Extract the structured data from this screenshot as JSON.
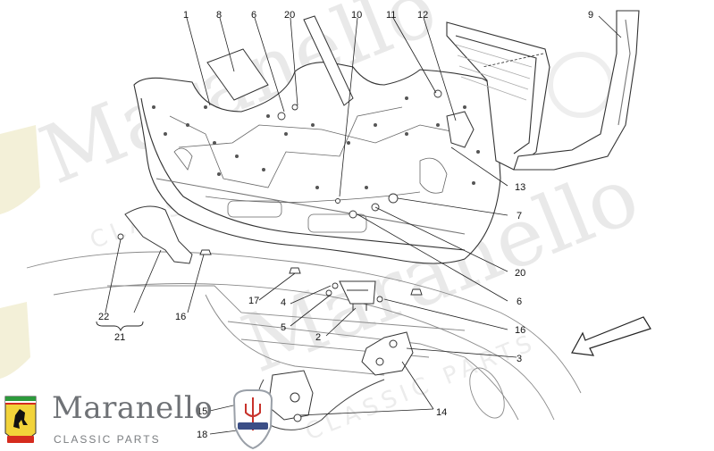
{
  "callouts": {
    "c1": "1",
    "c8": "8",
    "c6a": "6",
    "c20a": "20",
    "c10": "10",
    "c11": "11",
    "c12": "12",
    "c9": "9",
    "c13": "13",
    "c7": "7",
    "c20b": "20",
    "c6b": "6",
    "c16a": "16",
    "c3": "3",
    "c14": "14",
    "c17": "17",
    "c4": "4",
    "c5": "5",
    "c2": "2",
    "c22": "22",
    "c21": "21",
    "c16b": "16",
    "c15": "15",
    "c18": "18"
  },
  "brand": {
    "name": "Maranello",
    "subtitle": "CLASSIC PARTS"
  },
  "watermark": {
    "word": "Maranello",
    "word2": "CLASSIC PARTS"
  },
  "colors": {
    "line": "#333333",
    "watermark": "#e9e9e9"
  }
}
